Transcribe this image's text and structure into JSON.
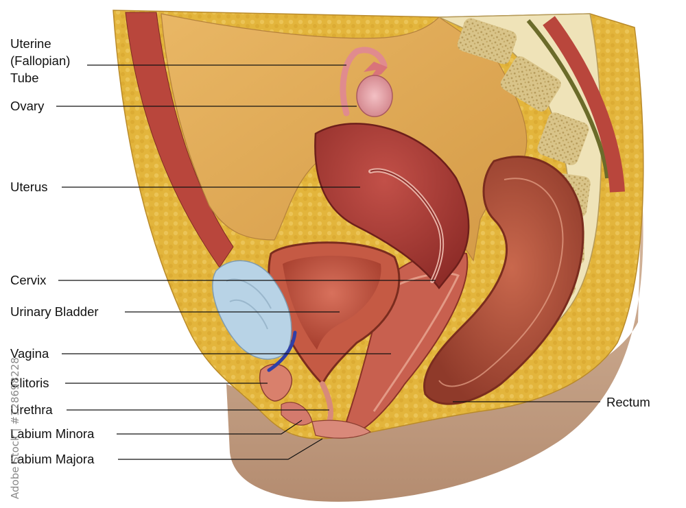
{
  "labels": {
    "uterine_tube_1": "Uterine",
    "uterine_tube_2": "(Fallopian)",
    "uterine_tube_3": "Tube",
    "ovary": "Ovary",
    "uterus": "Uterus",
    "cervix": "Cervix",
    "urinary_bladder": "Urinary Bladder",
    "vagina": "Vagina",
    "clitoris": "Clitoris",
    "urethra": "Urethra",
    "labium_minora": "Labium Minora",
    "labium_majora": "Labium Majora",
    "rectum": "Rectum"
  },
  "watermark": {
    "stock_id": "Adobe Stock | #128698228"
  },
  "colors": {
    "fat": "#e3b53c",
    "peritoneum": "#e6b463",
    "muscle": "#b9463c",
    "uterus": "#a83a34",
    "bladder_wall": "#c55a44",
    "rectum": "#b2543d",
    "bone": "#efe3b8",
    "skin": "#c9a98c",
    "pubic_cartilage": "#b8d3e6"
  }
}
